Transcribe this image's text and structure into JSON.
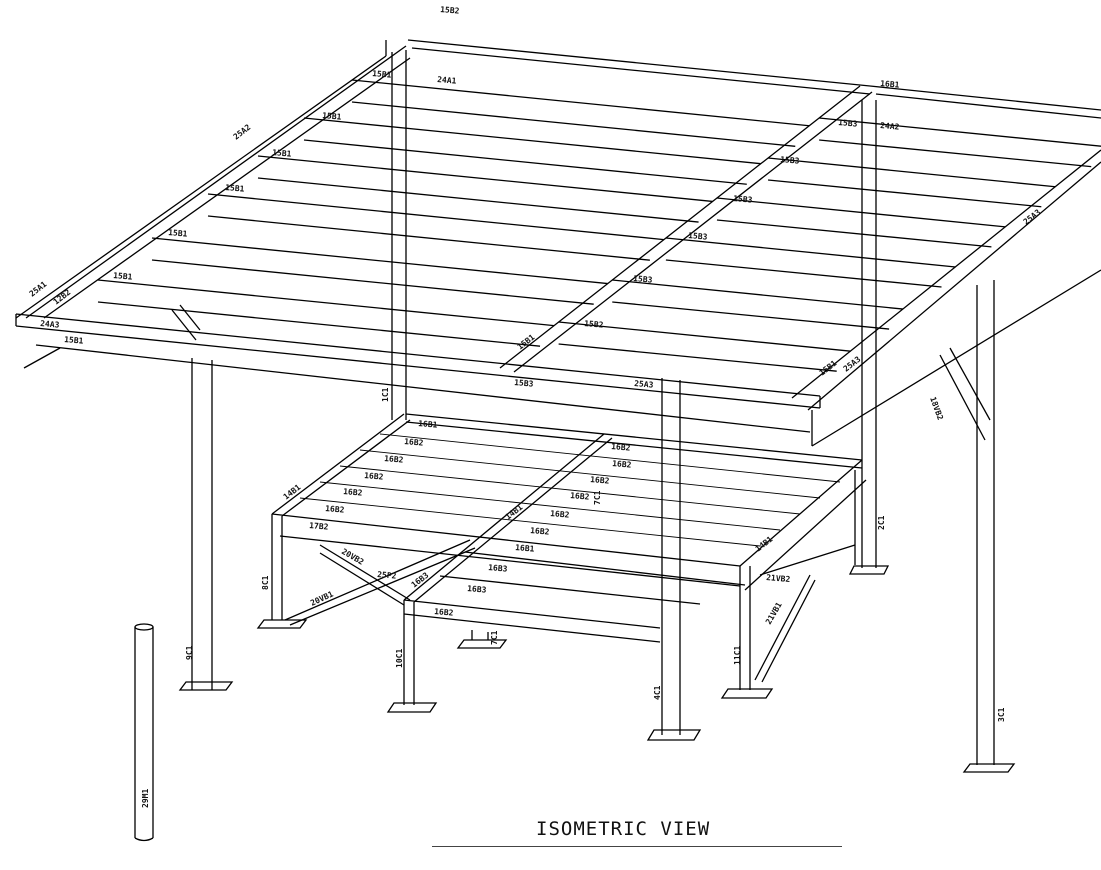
{
  "view_title": "ISOMETRIC VIEW",
  "labels": [
    "15B2",
    "15B1",
    "24A1",
    "25A2",
    "15B1",
    "15B1",
    "15B1",
    "15B1",
    "15B1",
    "25A1",
    "12B2",
    "24A3",
    "15B1",
    "16B1",
    "15B3",
    "24A2",
    "15B3",
    "15B3",
    "15B3",
    "15B3",
    "15B2",
    "15B1",
    "15B3",
    "25A3",
    "15B1",
    "25A3",
    "25A3",
    "18VB2",
    "1C1",
    "16B1",
    "16B2",
    "16B2",
    "16B2",
    "16B2",
    "16B2",
    "14B1",
    "17B2",
    "8C1",
    "20VB2",
    "20VB1",
    "25P2",
    "16B2",
    "16B2",
    "16B2",
    "16B2",
    "16B2",
    "16B2",
    "16B1",
    "16B3",
    "16B3",
    "16B2",
    "14B1",
    "16B3",
    "7C1",
    "10C1",
    "7C1",
    "9C1",
    "4C1",
    "11C1",
    "21VB1",
    "21VB2",
    "2C1",
    "3C1",
    "29M1",
    "14B1"
  ]
}
